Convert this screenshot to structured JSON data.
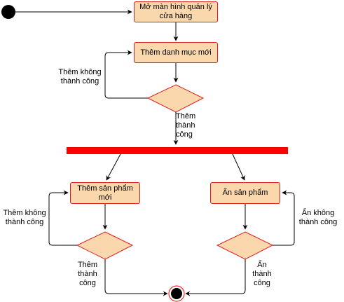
{
  "diagram": {
    "colors": {
      "box_fill": "#fad7ac",
      "box_border": "#e01b1b",
      "fork_bar": "#ff0000",
      "line": "#000000",
      "node_fill": "#000000",
      "end_ring": "#ff0000"
    },
    "nodes": {
      "open_screen": "Mở màn hình quản lý cửa hàng",
      "add_category": "Thêm danh mục mới",
      "add_product": "Thêm sản phẩm mới",
      "hide_product": "Ẩn sản phẩm"
    },
    "edges": {
      "category_fail": "Thêm không thành công",
      "category_success": "Thêm thành công",
      "product_fail": "Thêm không thành công",
      "product_success": "Thêm thành công",
      "hide_fail": "Ẩn không thành công",
      "hide_success": "Ẩn thành công"
    }
  }
}
